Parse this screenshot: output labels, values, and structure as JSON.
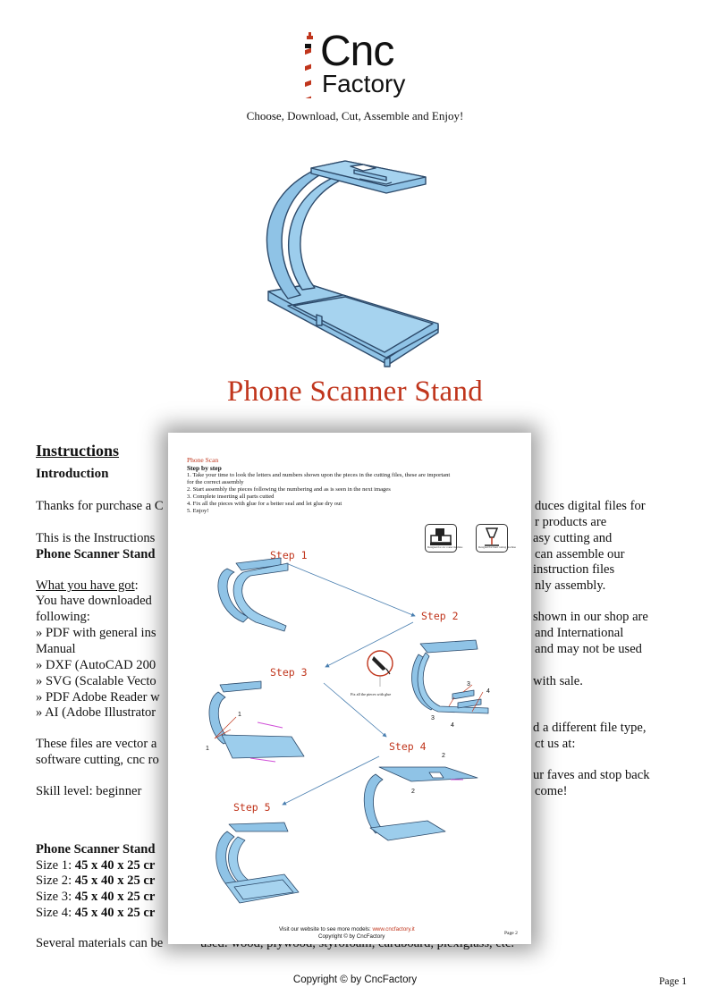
{
  "logo": {
    "cnc": "Cnc",
    "factory": "Factory"
  },
  "tagline": "Choose, Download, Cut, Assemble and Enjoy!",
  "title": "Phone Scanner Stand",
  "instructions": {
    "heading": "Instructions",
    "intro_heading": "Introduction",
    "left_lines": {
      "thanks": "Thanks for purchase a C",
      "this_is": "This is the Instructions",
      "product_name": "Phone Scanner Stand",
      "what_you_have": "What you have got",
      "colon": ":",
      "downloaded": "You have downloaded",
      "following": "following:",
      "pdf_general": "» PDF with general ins",
      "manual": "Manual",
      "dxf": "» DXF (AutoCAD 200",
      "svg": "» SVG (Scalable Vecto",
      "pdf_reader": "» PDF Adobe Reader w",
      "ai": "» AI (Adobe Illustrator",
      "vector": "These files are vector a",
      "software": "software cutting, cnc ro",
      "skill": "Skill level: beginner",
      "sizes_heading": "Phone Scanner Stand",
      "size1_label": "Size 1: ",
      "size1_value": "45  x 40 x 25 cr",
      "size2_label": "Size 2: ",
      "size2_value": "45  x 40 x 25 cr",
      "size3_label": "Size 3: ",
      "size3_value": "45  x 40 x 25 cr",
      "size4_label": "Size 4: ",
      "size4_value": "45  x 40 x 25 cr",
      "materials_a": "Several materials can be",
      "materials_b": "used: wood, plywood, styrofoam, cardboard, plexiglass, etc."
    },
    "right_lines": {
      "r1": "duces digital files for",
      "r2": "r products are",
      "r3": "asy cutting and",
      "r4": "can assemble our",
      "r5": "instruction files",
      "r6": "nly assembly.",
      "r7": "shown in our shop are",
      "r8": "and International",
      "r9": "and may not be used",
      "r10": "with sale.",
      "r11": "d a different file type,",
      "r12": "ct us at:",
      "r13": "ur faves and stop back",
      "r14": "come!"
    }
  },
  "overlay": {
    "header": "Phone Scan",
    "step_by_step": "Step by step",
    "steps_text": [
      "1. Take your time to look the letters and numbers shown upon the pieces in the cutting files, these are important",
      "for the correct assembly",
      "2. Start assembly the pieces following the numbering and as is seen in the next images",
      "3. Complete inserting all parts cutted",
      "4. Fix all the pieces with glue for a better seal and  let glue dry out",
      "5. Enjoy!"
    ],
    "icon1_label": "Designed for cnc router machine",
    "icon2_label": "Designed for laser cutting machine",
    "step_labels": [
      "Step 1",
      "Step 2",
      "Step 3",
      "Step 4",
      "Step 5"
    ],
    "glue_label": "Fix all the pieces with glue",
    "part_numbers": {
      "n1a": "1",
      "n1b": "1",
      "n2a": "2",
      "n2b": "2",
      "n3a": "3",
      "n3b": "3",
      "n4a": "4",
      "n4b": "4"
    },
    "footer_text": "Visit our website to see more models: ",
    "footer_link": "www.cncfactory.it",
    "footer_copyright": "Copyright © by CncFactory",
    "footer_page": "Page 2"
  },
  "footer": {
    "copyright": "Copyright ©  by CncFactory",
    "page": "Page 1"
  },
  "colors": {
    "accent": "#c0351c",
    "part_blue": "#8fc3e6",
    "outline": "#2d4a6a"
  }
}
